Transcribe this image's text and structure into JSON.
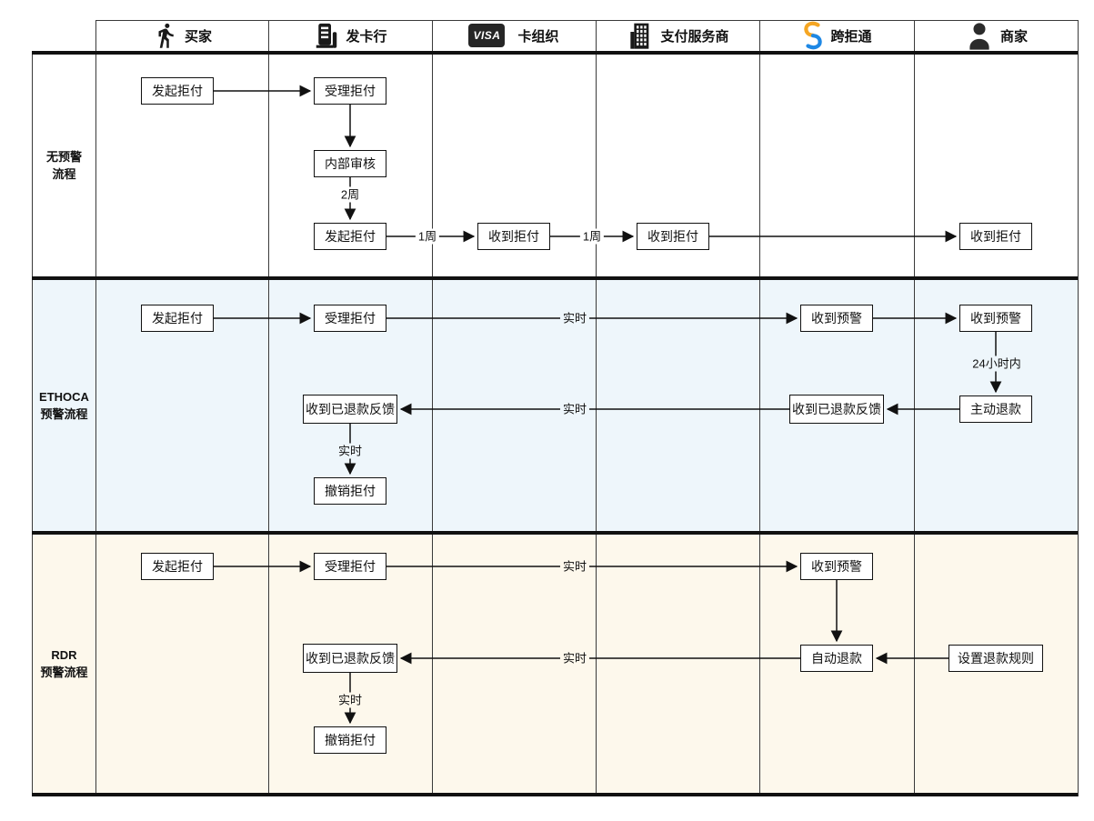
{
  "diagram": {
    "type": "swimlane-flowchart",
    "colors": {
      "lane_no_alert_bg": "#ffffff",
      "lane_ethoca_bg": "#eef6fb",
      "lane_rdr_bg": "#fdf8ec",
      "line": "#111111",
      "kuajutong_yellow": "#F5A623",
      "kuajutong_blue": "#1E88E5",
      "visa_badge_bg": "#262626"
    },
    "header": {
      "columns": [
        {
          "key": "buyer",
          "label": "买家",
          "icon": "walking-person-icon"
        },
        {
          "key": "issuer",
          "label": "发卡行",
          "icon": "atm-machine-icon"
        },
        {
          "key": "card_org",
          "label": "卡组织",
          "icon": "visa-badge-icon",
          "badge_text": "VISA"
        },
        {
          "key": "psp",
          "label": "支付服务商",
          "icon": "building-icon"
        },
        {
          "key": "kuajutong",
          "label": "跨拒通",
          "icon": "kuajutong-logo-icon"
        },
        {
          "key": "merchant",
          "label": "商家",
          "icon": "merchant-person-icon"
        }
      ]
    },
    "lanes": [
      {
        "key": "no_alert",
        "label_line1": "无预警",
        "label_line2": "流程",
        "nodes": [
          {
            "column": "buyer",
            "label": "发起拒付"
          },
          {
            "column": "issuer",
            "label": "受理拒付"
          },
          {
            "column": "issuer",
            "label": "内部审核"
          },
          {
            "column": "issuer",
            "label": "发起拒付"
          },
          {
            "column": "card_org",
            "label": "收到拒付"
          },
          {
            "column": "psp",
            "label": "收到拒付"
          },
          {
            "column": "merchant",
            "label": "收到拒付"
          }
        ],
        "edge_labels": [
          "2周",
          "1周",
          "1周"
        ]
      },
      {
        "key": "ethoca",
        "label_line1": "ETHOCA",
        "label_line2": "预警流程",
        "nodes": [
          {
            "column": "buyer",
            "label": "发起拒付"
          },
          {
            "column": "issuer",
            "label": "受理拒付"
          },
          {
            "column": "kuajutong",
            "label": "收到预警"
          },
          {
            "column": "merchant",
            "label": "收到预警"
          },
          {
            "column": "merchant",
            "label": "主动退款"
          },
          {
            "column": "kuajutong",
            "label": "收到已退款反馈"
          },
          {
            "column": "issuer",
            "label": "收到已退款反馈"
          },
          {
            "column": "issuer",
            "label": "撤销拒付"
          }
        ],
        "edge_labels": [
          "实时",
          "24小时内",
          "实时",
          "实时"
        ]
      },
      {
        "key": "rdr",
        "label_line1": "RDR",
        "label_line2": "预警流程",
        "nodes": [
          {
            "column": "buyer",
            "label": "发起拒付"
          },
          {
            "column": "issuer",
            "label": "受理拒付"
          },
          {
            "column": "kuajutong",
            "label": "收到预警"
          },
          {
            "column": "kuajutong",
            "label": "自动退款"
          },
          {
            "column": "merchant",
            "label": "设置退款规则"
          },
          {
            "column": "issuer",
            "label": "收到已退款反馈"
          },
          {
            "column": "issuer",
            "label": "撤销拒付"
          }
        ],
        "edge_labels": [
          "实时",
          "实时",
          "实时"
        ]
      }
    ]
  }
}
